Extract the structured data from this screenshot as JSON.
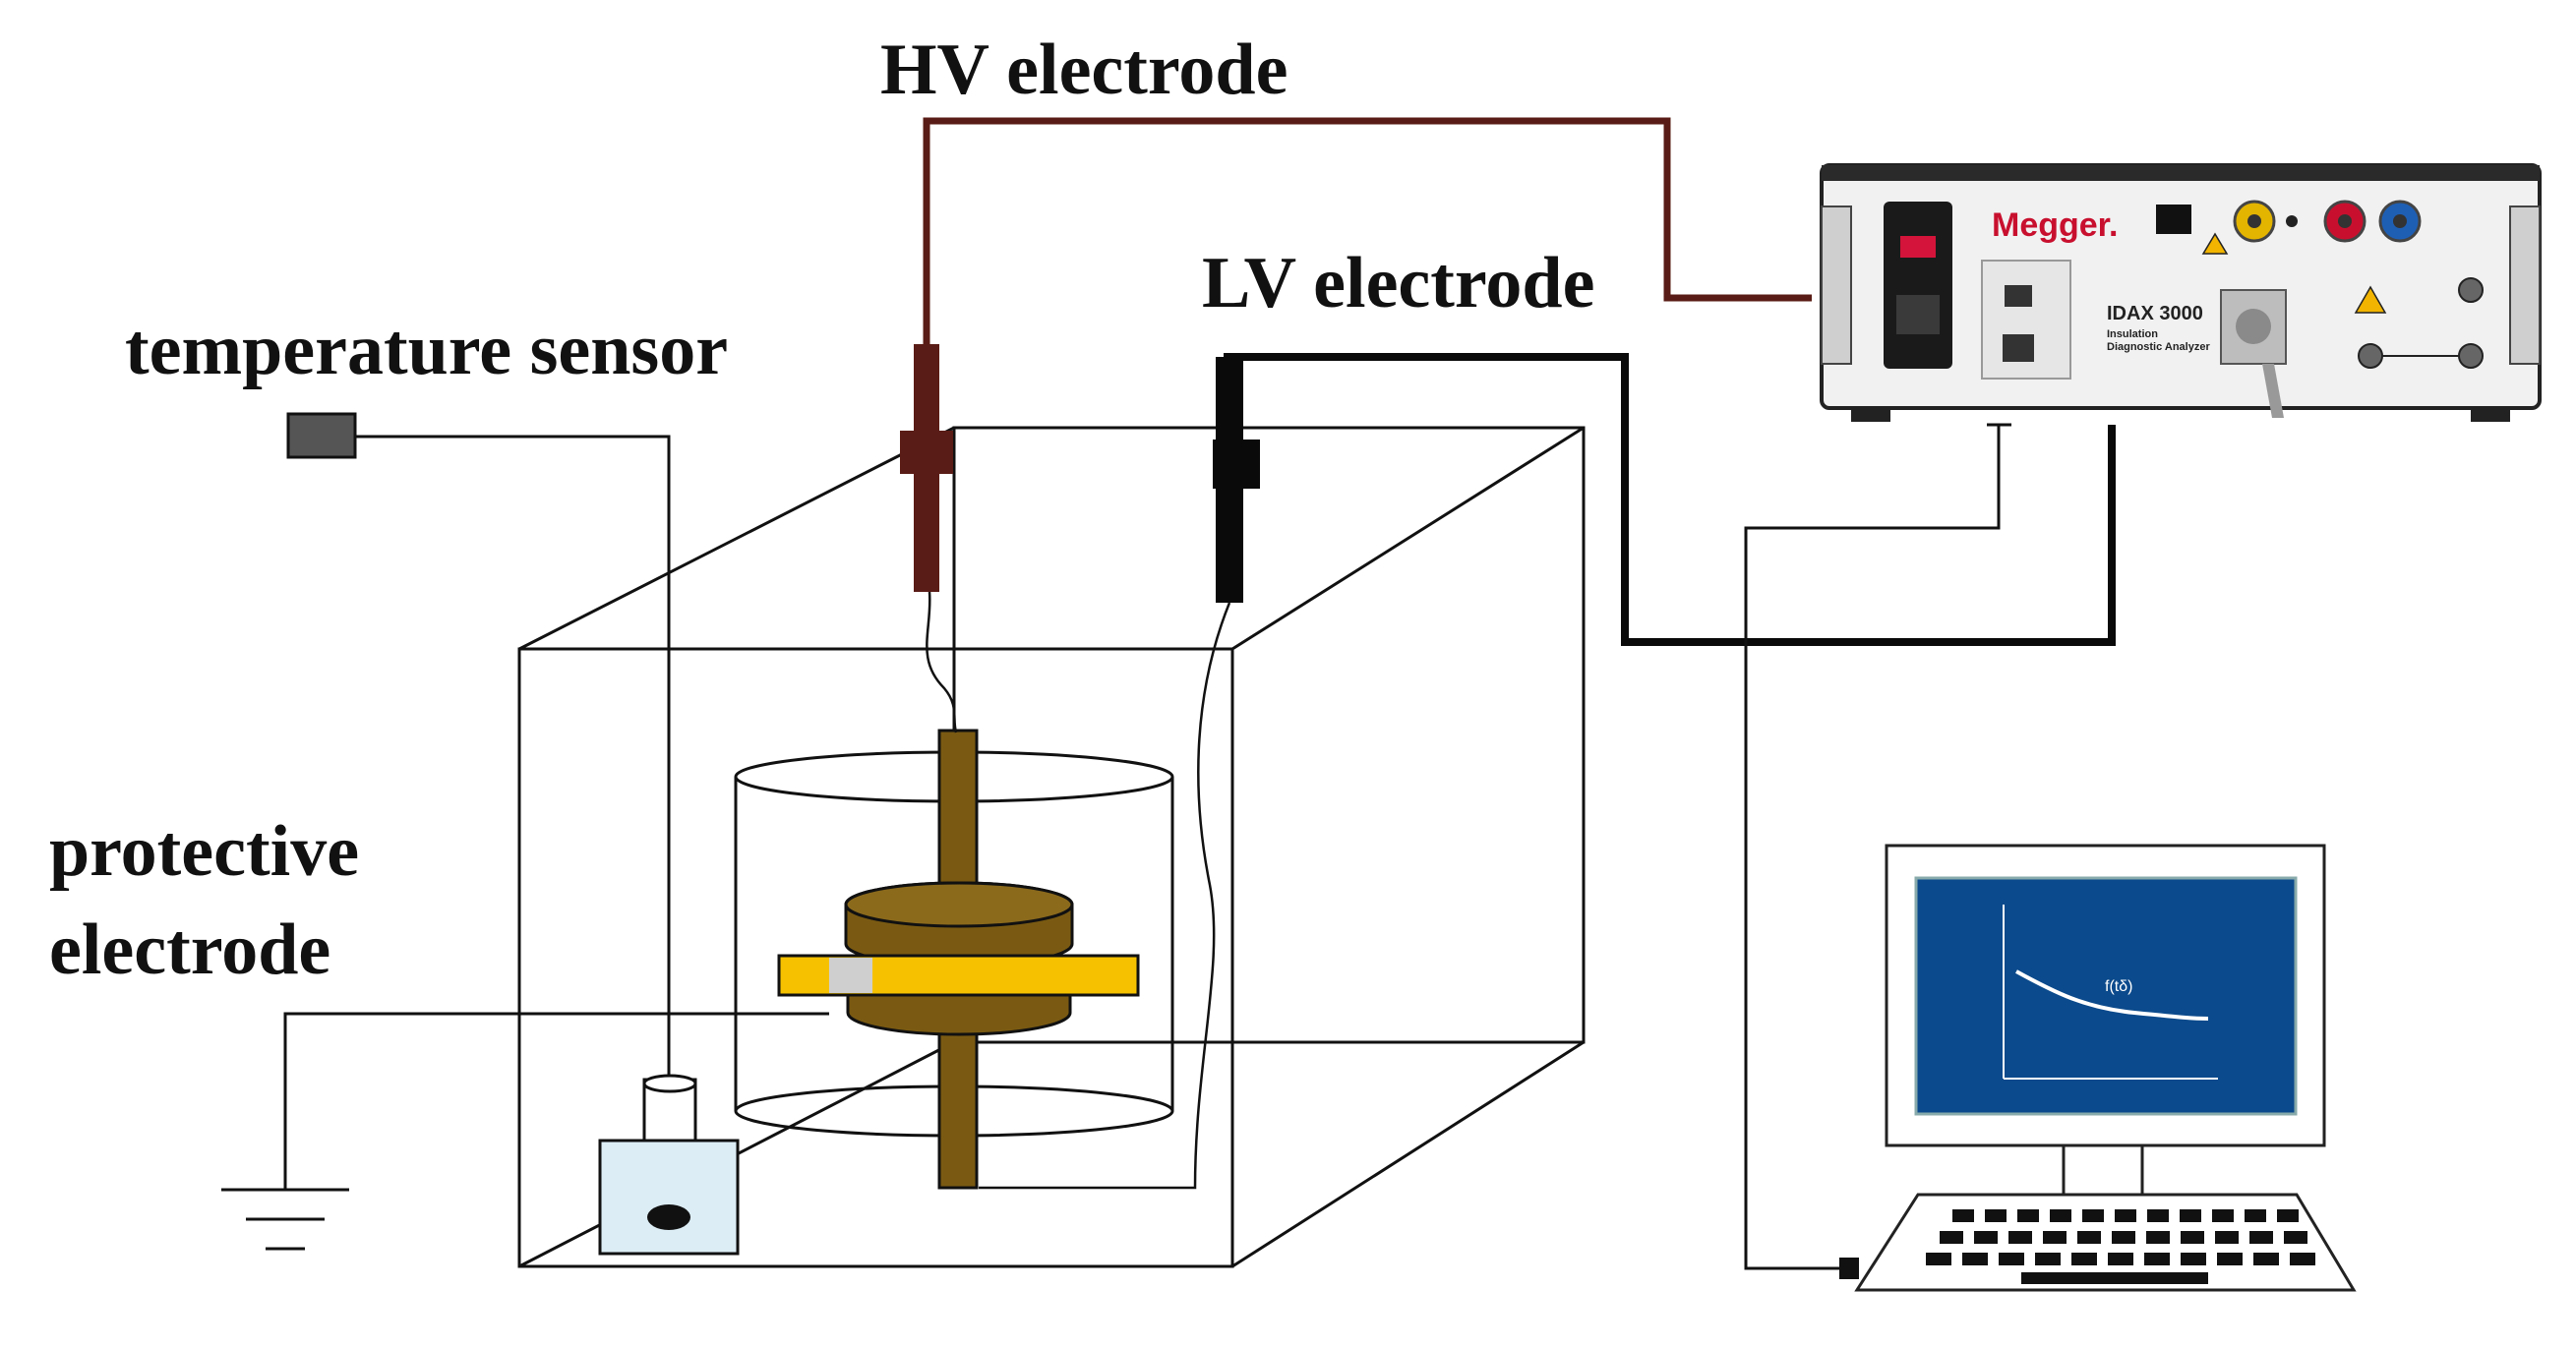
{
  "labels": {
    "hv_electrode": "HV electrode",
    "lv_electrode": "LV electrode",
    "temperature_sensor": "temperature sensor",
    "protective_electrode_line1": "protective",
    "protective_electrode_line2": "electrode"
  },
  "instrument": {
    "brand": "Megger.",
    "model": "IDAX 3000",
    "subtitle_line1": "Insulation",
    "subtitle_line2": "Diagnostic Analyzer"
  },
  "monitor": {
    "curve_label": "f(tδ)",
    "screen_color": "#0b4a8c"
  },
  "colors": {
    "hv_wire": "#5a1c16",
    "lv_wire": "#0a0a0a",
    "sample_bar": "#f6c200",
    "electrode_brown": "#7a5a12",
    "vial_fill": "#dcedf5"
  }
}
